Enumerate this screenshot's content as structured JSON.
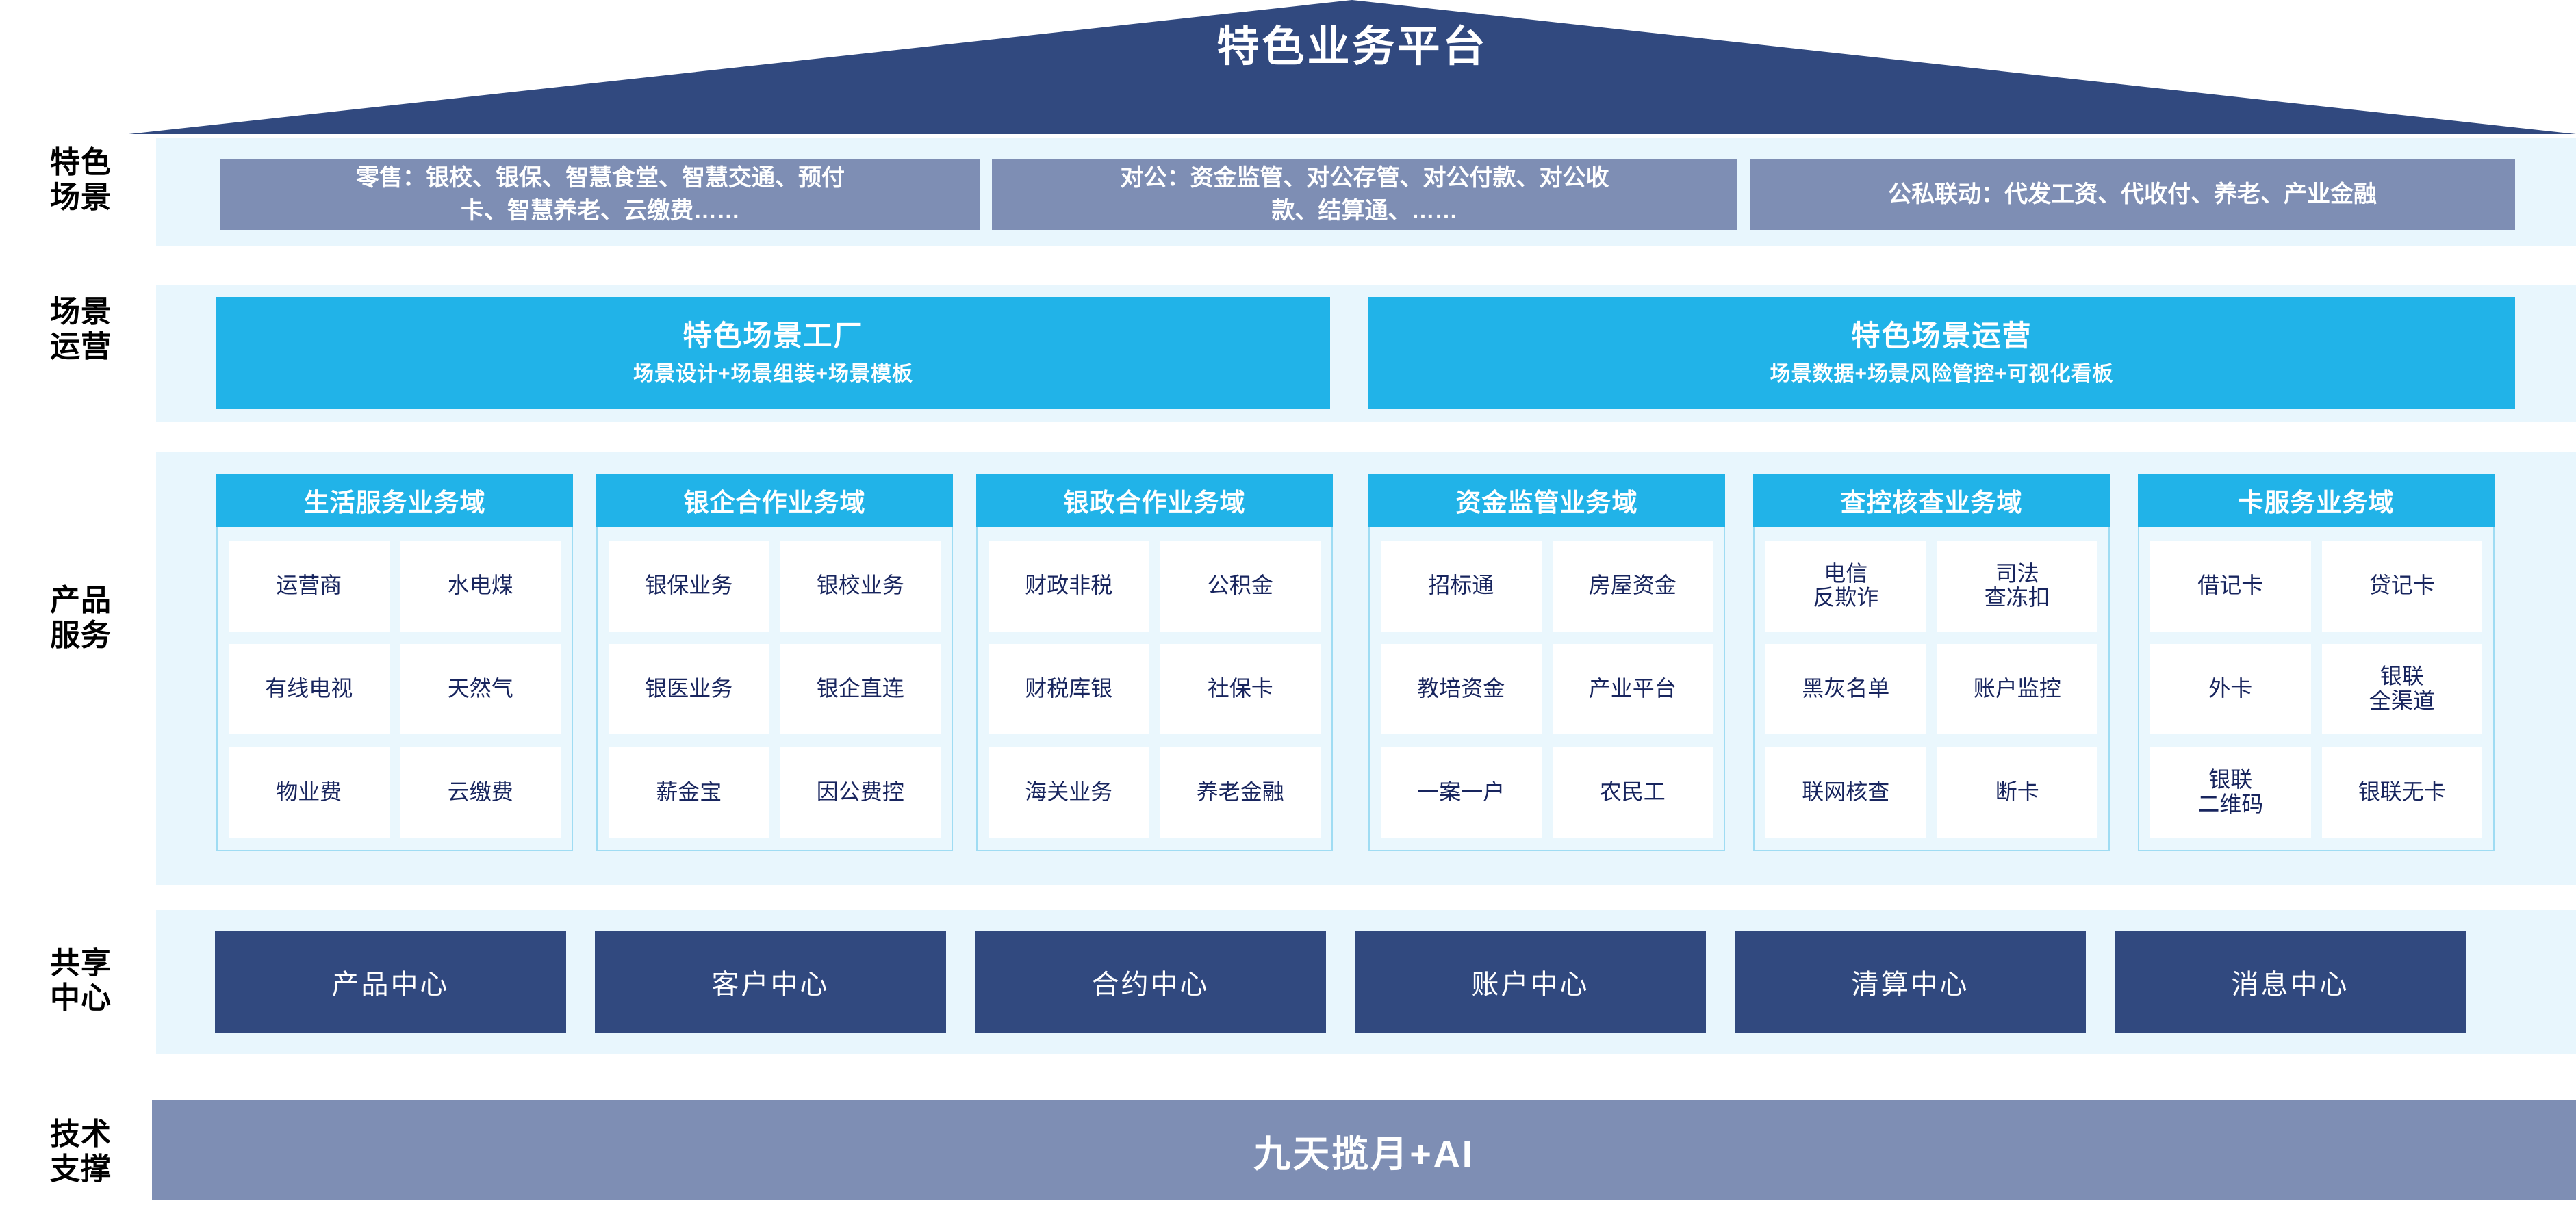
{
  "roof": {
    "title": "特色业务平台",
    "color": "#31497f"
  },
  "palette": {
    "band_bg": "#e8f6fd",
    "slate": "#7e8eb4",
    "cyan": "#21b3e8",
    "navy": "#31497f",
    "card_body": "#eaf7fd",
    "card_border": "#9fdcf3",
    "cell_text": "#18255e"
  },
  "rows": [
    {
      "key": "scene",
      "label": "特色\n场景"
    },
    {
      "key": "operation",
      "label": "场景\n运营"
    },
    {
      "key": "product",
      "label": "产品\n服务"
    },
    {
      "key": "shared",
      "label": "共享\n中心"
    },
    {
      "key": "tech",
      "label": "技术\n支撑"
    }
  ],
  "scene_row": {
    "boxes": [
      {
        "name": "retail",
        "text": "零售：银校、银保、智慧食堂、智慧交通、预付\n卡、智慧养老、云缴费……"
      },
      {
        "name": "corporate",
        "text": "对公：资金监管、对公存管、对公付款、对公收\n款、结算通、……"
      },
      {
        "name": "linkage",
        "text": "公私联动：代发工资、代收付、养老、产业金融"
      }
    ]
  },
  "operation_row": {
    "boxes": [
      {
        "name": "scene-factory",
        "title": "特色场景工厂",
        "subtitle": "场景设计+场景组装+场景模板"
      },
      {
        "name": "scene-operation",
        "title": "特色场景运营",
        "subtitle": "场景数据+场景风险管控+可视化看板"
      }
    ]
  },
  "product_row": {
    "domains": [
      {
        "name": "life-service",
        "title": "生活服务业务域",
        "items": [
          "运营商",
          "水电煤",
          "有线电视",
          "天然气",
          "物业费",
          "云缴费"
        ]
      },
      {
        "name": "bank-enterprise",
        "title": "银企合作业务域",
        "items": [
          "银保业务",
          "银校业务",
          "银医业务",
          "银企直连",
          "薪金宝",
          "因公费控"
        ]
      },
      {
        "name": "bank-government",
        "title": "银政合作业务域",
        "items": [
          "财政非税",
          "公积金",
          "财税库银",
          "社保卡",
          "海关业务",
          "养老金融"
        ]
      },
      {
        "name": "fund-supervision",
        "title": "资金监管业务域",
        "items": [
          "招标通",
          "房屋资金",
          "教培资金",
          "产业平台",
          "一案一户",
          "农民工"
        ]
      },
      {
        "name": "investigation",
        "title": "查控核查业务域",
        "items": [
          "电信\n反欺诈",
          "司法\n查冻扣",
          "黑灰名单",
          "账户监控",
          "联网核查",
          "断卡"
        ]
      },
      {
        "name": "card-service",
        "title": "卡服务业务域",
        "items": [
          "借记卡",
          "贷记卡",
          "外卡",
          "银联\n全渠道",
          "银联\n二维码",
          "银联无卡"
        ]
      }
    ]
  },
  "shared_row": {
    "centers": [
      {
        "name": "product-center",
        "label": "产品中心"
      },
      {
        "name": "customer-center",
        "label": "客户中心"
      },
      {
        "name": "contract-center",
        "label": "合约中心"
      },
      {
        "name": "account-center",
        "label": "账户中心"
      },
      {
        "name": "clearing-center",
        "label": "清算中心"
      },
      {
        "name": "message-center",
        "label": "消息中心"
      }
    ]
  },
  "tech_row": {
    "label": "九天揽月+AI"
  }
}
